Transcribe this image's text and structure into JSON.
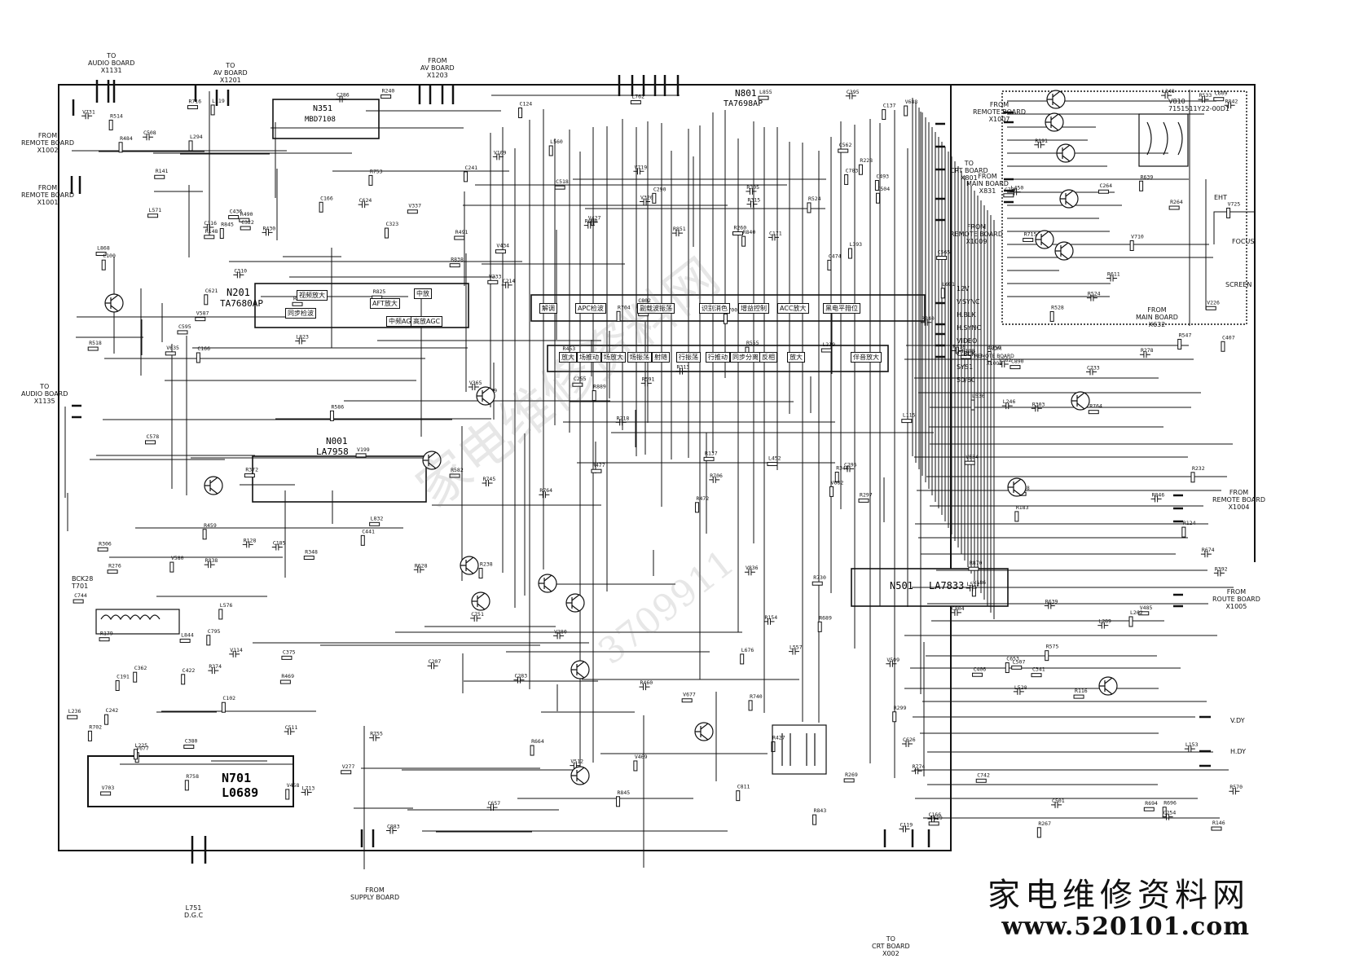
{
  "chips": [
    {
      "id": "n801",
      "label": "N801",
      "part": "TA7698AP"
    },
    {
      "id": "n351",
      "label": "N351",
      "part": "MBD7108"
    },
    {
      "id": "n201",
      "label": "N201",
      "part": "TA7680AP"
    },
    {
      "id": "n001",
      "label": "N001",
      "part": "LA7958"
    },
    {
      "id": "n501",
      "label": "N501",
      "part": "LA7833"
    },
    {
      "id": "n701",
      "label": "N701",
      "part": "L0689"
    }
  ],
  "connectors": [
    {
      "id": "audio-board-top",
      "text": "TO\nAUDIO BOARD\nX1131"
    },
    {
      "id": "av-board-top",
      "text": "TO\nAV BOARD\nX1201"
    },
    {
      "id": "av-board-from",
      "text": "FROM\nAV BOARD\nX1203"
    },
    {
      "id": "remote-x1002",
      "text": "FROM\nREMOTE BOARD\nX1002"
    },
    {
      "id": "remote-x1001",
      "text": "FROM\nREMOTE BOARD\nX1001"
    },
    {
      "id": "audio-x1135",
      "text": "TO\nAUDIO BOARD\nX1135"
    },
    {
      "id": "remote-x1007",
      "text": "FROM\nREMOTE BOARD\nX1007"
    },
    {
      "id": "crt-x1801",
      "text": "TO\nCRT BOARD\nX801"
    },
    {
      "id": "main-x831",
      "text": "FROM\nMAIN BOARD\nX831"
    },
    {
      "id": "remote-x1009",
      "text": "FROM\nREMOTE BOARD\nX1009"
    },
    {
      "id": "main-x632",
      "text": "FROM\nMAIN BOARD\nX632"
    },
    {
      "id": "remote-x1008",
      "text": "FROM\nREMOTE BOARD\nX1008"
    },
    {
      "id": "remote-x1004",
      "text": "FROM\nREMOTE BOARD\nX1004"
    },
    {
      "id": "route-x1005",
      "text": "FROM\nROUTE BOARD\nX1005"
    },
    {
      "id": "supply-board",
      "text": "FROM\nSUPPLY BOARD"
    },
    {
      "id": "crt-x002",
      "text": "TO\nCRT BOARD\nX002"
    }
  ],
  "labels": {
    "v810": "V810\n7151511Y22-00D1",
    "focus": "FOCUS",
    "eht": "EHT",
    "screen": "SCREEN",
    "h_dy": "H.DY",
    "v_dy": "V.DY",
    "l751": "L751\nD.G.C",
    "t701": "BCK28\nT701"
  },
  "signals": [
    "12V",
    "V.SYNC",
    "H.BLK",
    "H.SYNC",
    "VIDEO",
    "C.BLK",
    "SYS1",
    "50/60"
  ],
  "blocks": [
    "解调",
    "APC检波",
    "副载波振荡",
    "识别消色",
    "增益控制",
    "ACC放大",
    "黑电平箝位",
    "放大",
    "场推动",
    "场放大",
    "场振荡",
    "射随",
    "行振荡",
    "行推动",
    "同步分离",
    "反相",
    "放大",
    "伴音放大",
    "同步检波",
    "AFT放大",
    "中放",
    "中频AGC",
    "高放AGC",
    "视频放大"
  ],
  "footer": {
    "cn": "家电维修资料网",
    "url": "www.520101.com"
  },
  "watermarks": [
    "家电维修资料网",
    "3709911"
  ]
}
